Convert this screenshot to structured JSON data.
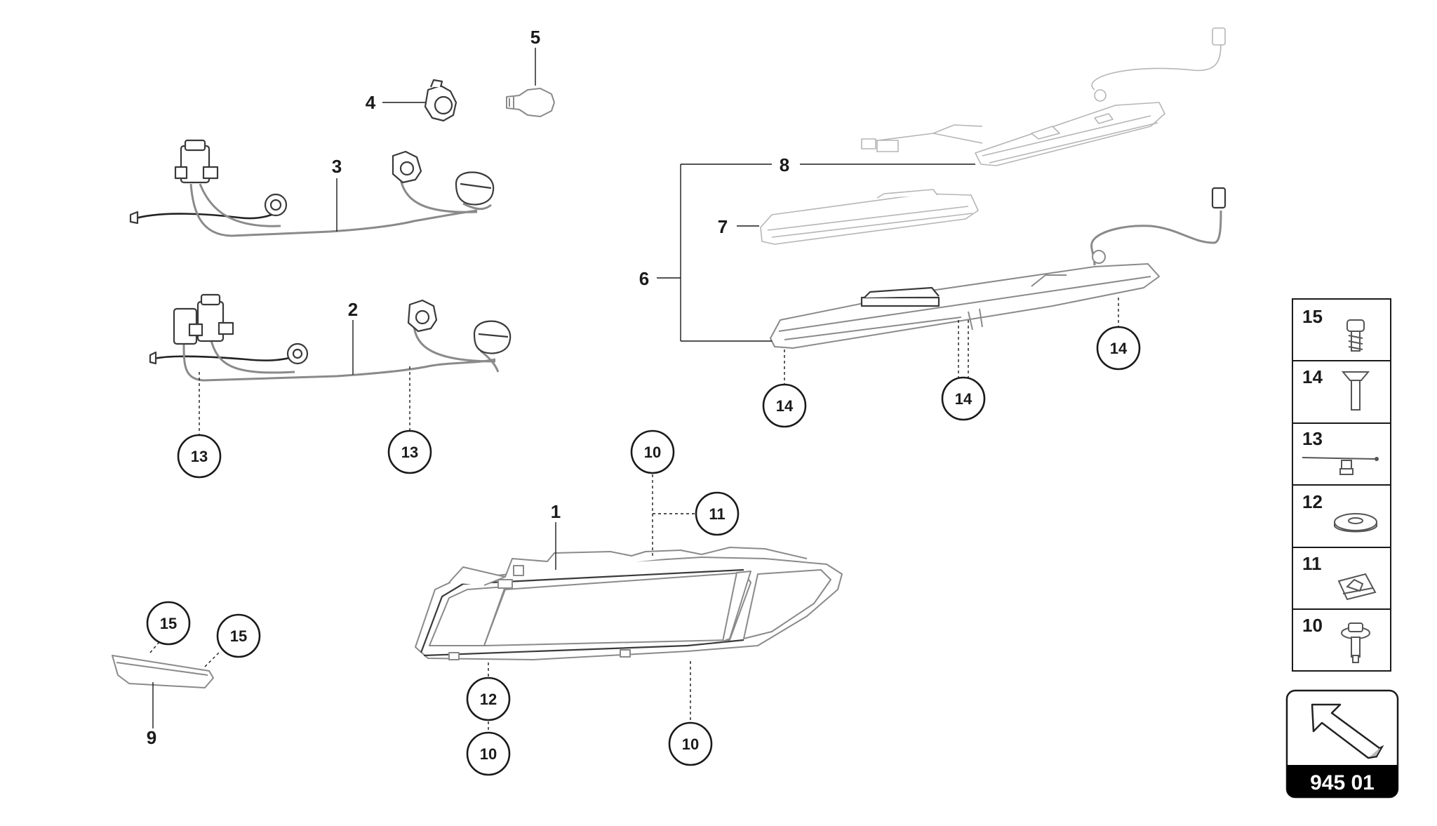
{
  "parts": {
    "p1": "1",
    "p2": "2",
    "p3": "3",
    "p4": "4",
    "p5": "5",
    "p6": "6",
    "p7": "7",
    "p8": "8",
    "p9": "9"
  },
  "callouts": {
    "c10": "10",
    "c11": "11",
    "c12": "12",
    "c13": "13",
    "c14": "14",
    "c15": "15"
  },
  "legend": {
    "items": [
      "15",
      "14",
      "13",
      "12",
      "11",
      "10"
    ]
  },
  "reference_box": {
    "number": "945 01",
    "icon": "arrow-icon"
  },
  "colors": {
    "line": "#1a1a1a",
    "part_outline": "#8a8a8a",
    "box_fill": "#000000"
  }
}
